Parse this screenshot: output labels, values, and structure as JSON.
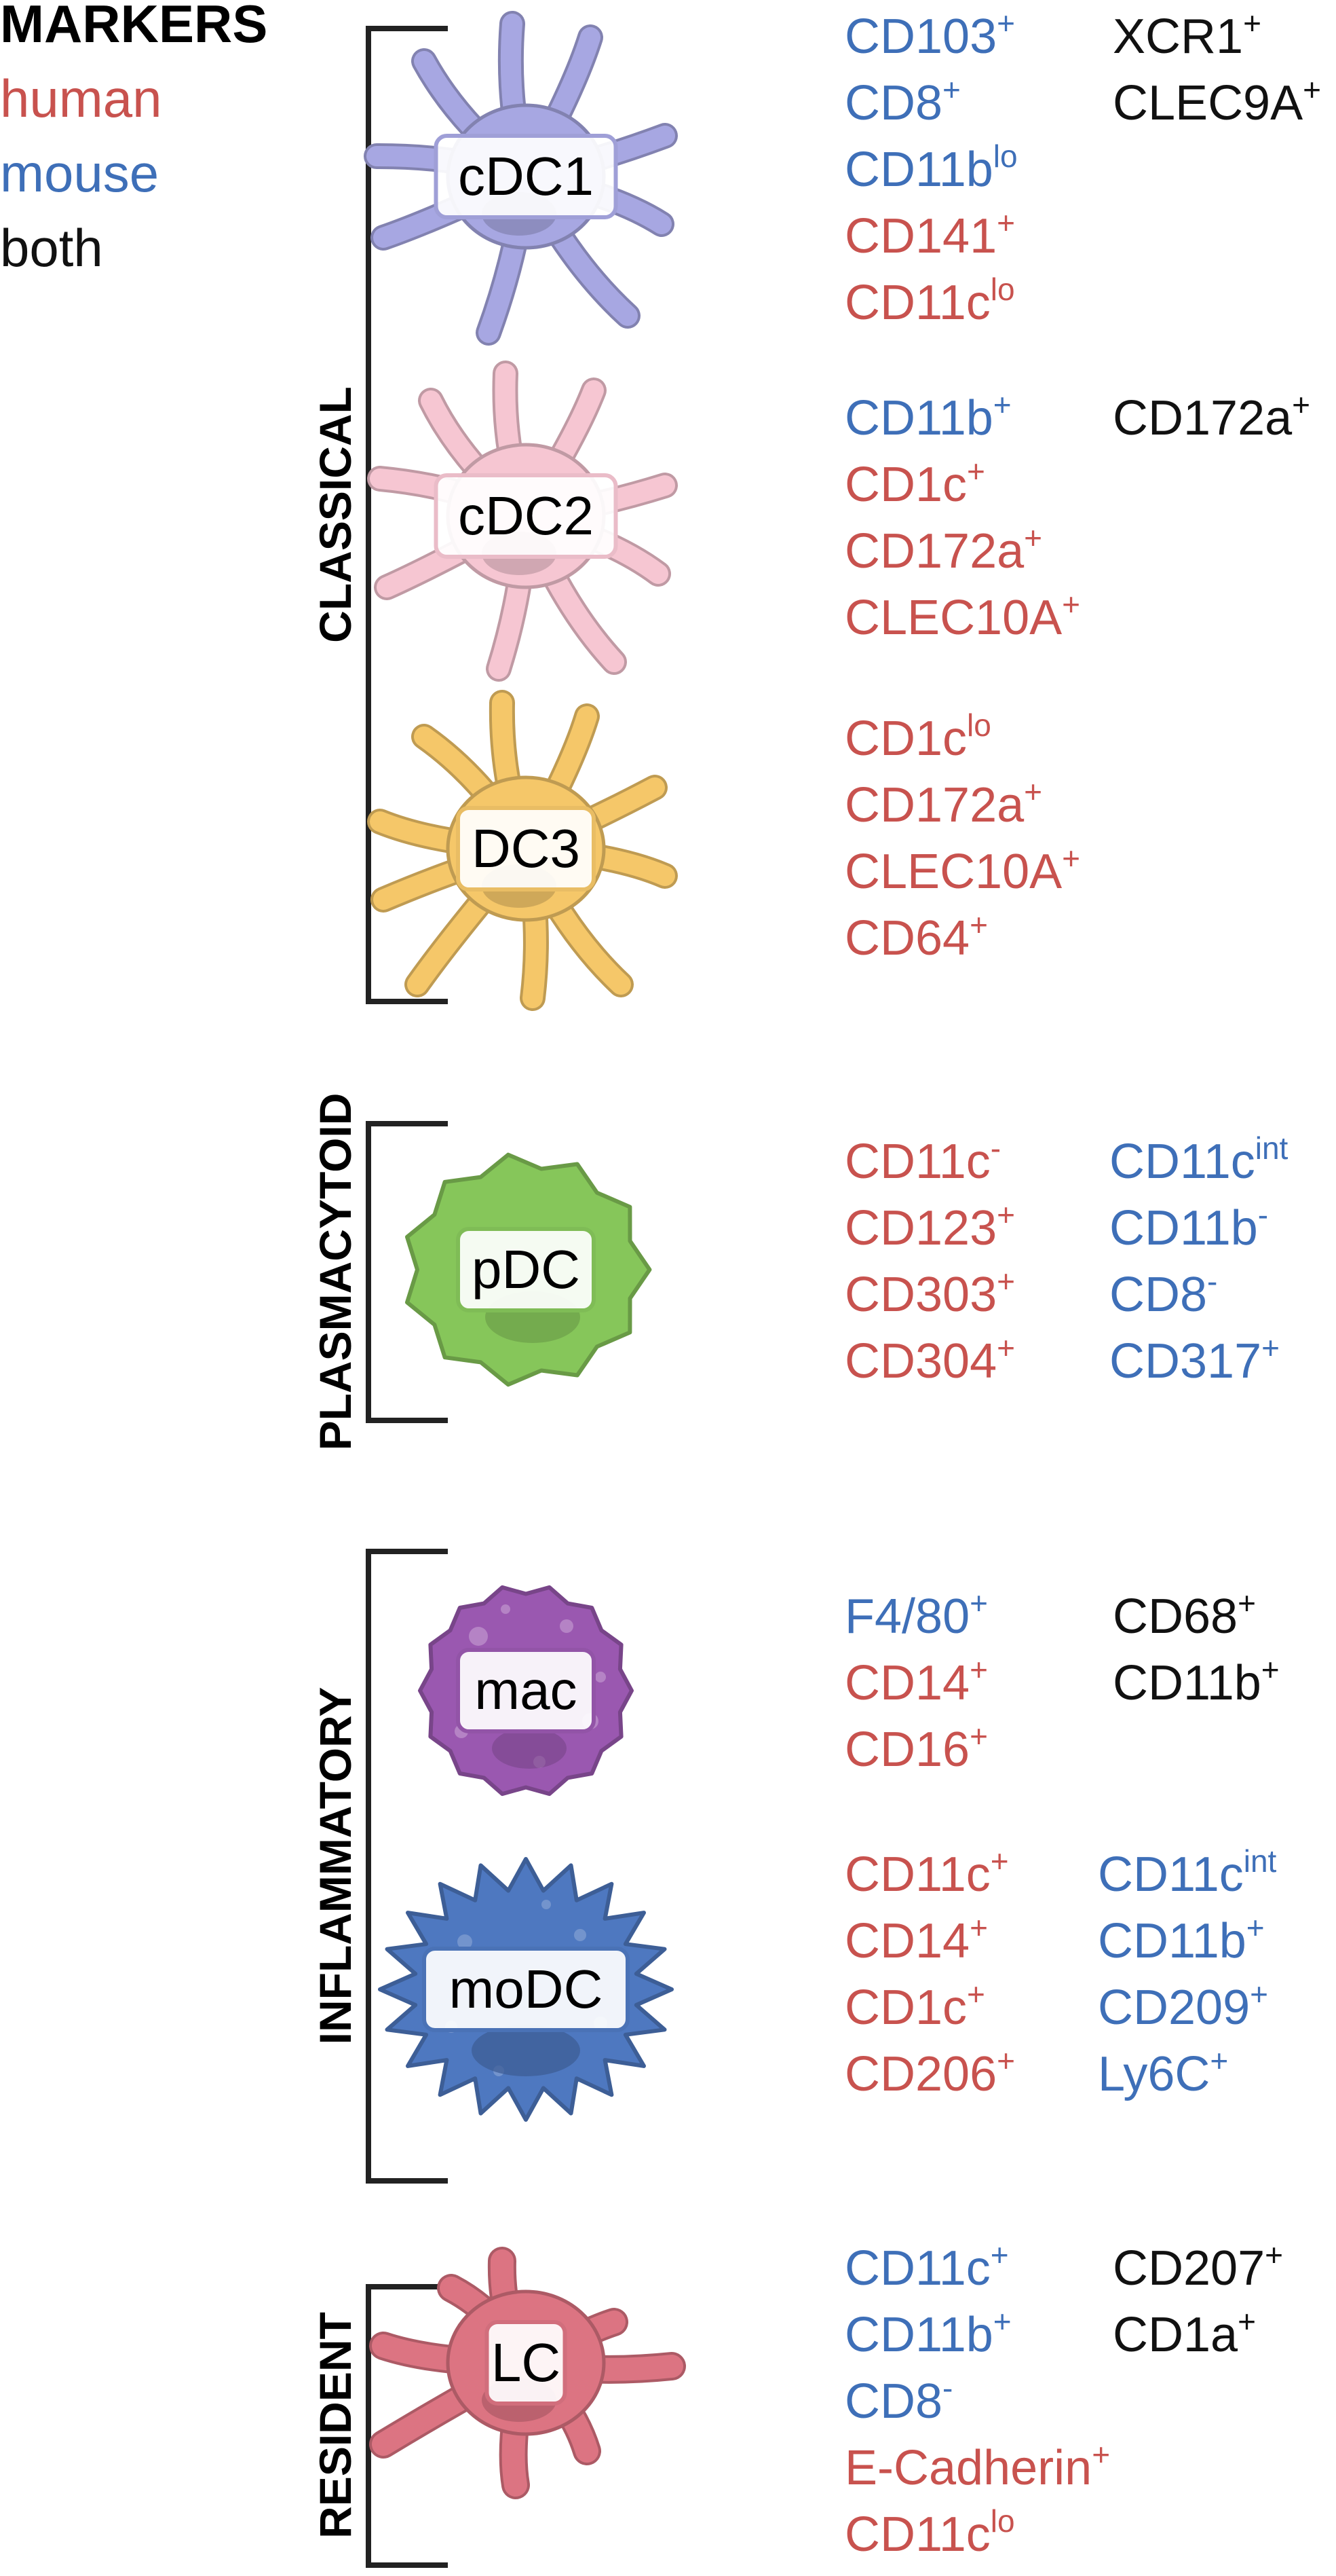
{
  "legend": {
    "title": "MARKERS",
    "items": [
      {
        "label": "human",
        "color_key": "human"
      },
      {
        "label": "mouse",
        "color_key": "mouse"
      },
      {
        "label": "both",
        "color_key": "both"
      }
    ]
  },
  "colors": {
    "human": "#c8524e",
    "mouse": "#3e6fb8",
    "both": "#111111",
    "bracket": "#222222"
  },
  "groups": [
    {
      "label": "CLASSICAL"
    },
    {
      "label": "PLASMACYTOID"
    },
    {
      "label": "INFLAMMATORY"
    },
    {
      "label": "RESIDENT"
    }
  ],
  "cells": [
    {
      "label": "cDC1",
      "group": "CLASSICAL",
      "shape": "dendritic",
      "body_color": "#a7a7e2",
      "markers": [
        [
          {
            "text": "CD103",
            "sup": "+",
            "src": "mouse"
          },
          {
            "text": "CD8",
            "sup": "+",
            "src": "mouse"
          },
          {
            "text": "CD11b",
            "sup": "lo",
            "src": "mouse"
          },
          {
            "text": "CD141",
            "sup": "+",
            "src": "human"
          },
          {
            "text": "CD11c",
            "sup": "lo",
            "src": "human"
          }
        ],
        [
          {
            "text": "XCR1",
            "sup": "+",
            "src": "both"
          },
          {
            "text": "CLEC9A",
            "sup": "+",
            "src": "both"
          }
        ]
      ]
    },
    {
      "label": "cDC2",
      "group": "CLASSICAL",
      "shape": "dendritic",
      "body_color": "#f6c6d2",
      "markers": [
        [
          {
            "text": "CD11b",
            "sup": "+",
            "src": "mouse"
          },
          {
            "text": "CD1c",
            "sup": "+",
            "src": "human"
          },
          {
            "text": "CD172a",
            "sup": "+",
            "src": "human"
          },
          {
            "text": "CLEC10A",
            "sup": "+",
            "src": "human"
          }
        ],
        [
          {
            "text": "CD172a",
            "sup": "+",
            "src": "both"
          }
        ]
      ]
    },
    {
      "label": "DC3",
      "group": "CLASSICAL",
      "shape": "dendritic",
      "body_color": "#f5c769",
      "markers": [
        [
          {
            "text": "CD1c",
            "sup": "lo",
            "src": "human"
          },
          {
            "text": "CD172a",
            "sup": "+",
            "src": "human"
          },
          {
            "text": "CLEC10A",
            "sup": "+",
            "src": "human"
          },
          {
            "text": "CD64",
            "sup": "+",
            "src": "human"
          }
        ]
      ]
    },
    {
      "label": "pDC",
      "group": "PLASMACYTOID",
      "shape": "blob",
      "body_color": "#86c65a",
      "markers": [
        [
          {
            "text": "CD11c",
            "sup": "-",
            "src": "human"
          },
          {
            "text": "CD123",
            "sup": "+",
            "src": "human"
          },
          {
            "text": "CD303",
            "sup": "+",
            "src": "human"
          },
          {
            "text": "CD304",
            "sup": "+",
            "src": "human"
          }
        ],
        [
          {
            "text": "CD11c",
            "sup": "int",
            "src": "mouse"
          },
          {
            "text": "CD11b",
            "sup": "-",
            "src": "mouse"
          },
          {
            "text": "CD8",
            "sup": "-",
            "src": "mouse"
          },
          {
            "text": "CD317",
            "sup": "+",
            "src": "mouse"
          }
        ]
      ]
    },
    {
      "label": "mac",
      "group": "INFLAMMATORY",
      "shape": "round",
      "body_color": "#9a58b0",
      "markers": [
        [
          {
            "text": "F4/80",
            "sup": "+",
            "src": "mouse"
          },
          {
            "text": "CD14",
            "sup": "+",
            "src": "human"
          },
          {
            "text": "CD16",
            "sup": "+",
            "src": "human"
          }
        ],
        [
          {
            "text": "CD68",
            "sup": "+",
            "src": "both"
          },
          {
            "text": "CD11b",
            "sup": "+",
            "src": "both"
          }
        ]
      ]
    },
    {
      "label": "moDC",
      "group": "INFLAMMATORY",
      "shape": "spiky",
      "body_color": "#4e78c0",
      "markers": [
        [
          {
            "text": "CD11c",
            "sup": "+",
            "src": "human"
          },
          {
            "text": "CD14",
            "sup": "+",
            "src": "human"
          },
          {
            "text": "CD1c",
            "sup": "+",
            "src": "human"
          },
          {
            "text": "CD206",
            "sup": "+",
            "src": "human"
          }
        ],
        [
          {
            "text": "CD11c",
            "sup": "int",
            "src": "mouse"
          },
          {
            "text": "CD11b",
            "sup": "+",
            "src": "mouse"
          },
          {
            "text": "CD209",
            "sup": "+",
            "src": "mouse"
          },
          {
            "text": "Ly6C",
            "sup": "+",
            "src": "mouse"
          }
        ]
      ]
    },
    {
      "label": "LC",
      "group": "RESIDENT",
      "shape": "langerhans",
      "body_color": "#dc7482",
      "markers": [
        [
          {
            "text": "CD11c",
            "sup": "+",
            "src": "mouse"
          },
          {
            "text": "CD11b",
            "sup": "+",
            "src": "mouse"
          },
          {
            "text": "CD8",
            "sup": "-",
            "src": "mouse"
          },
          {
            "text": "E-Cadherin",
            "sup": "+",
            "src": "human"
          },
          {
            "text": "CD11c",
            "sup": "lo",
            "src": "human"
          }
        ],
        [
          {
            "text": "CD207",
            "sup": "+",
            "src": "both"
          },
          {
            "text": "CD1a",
            "sup": "+",
            "src": "both"
          }
        ]
      ]
    }
  ]
}
